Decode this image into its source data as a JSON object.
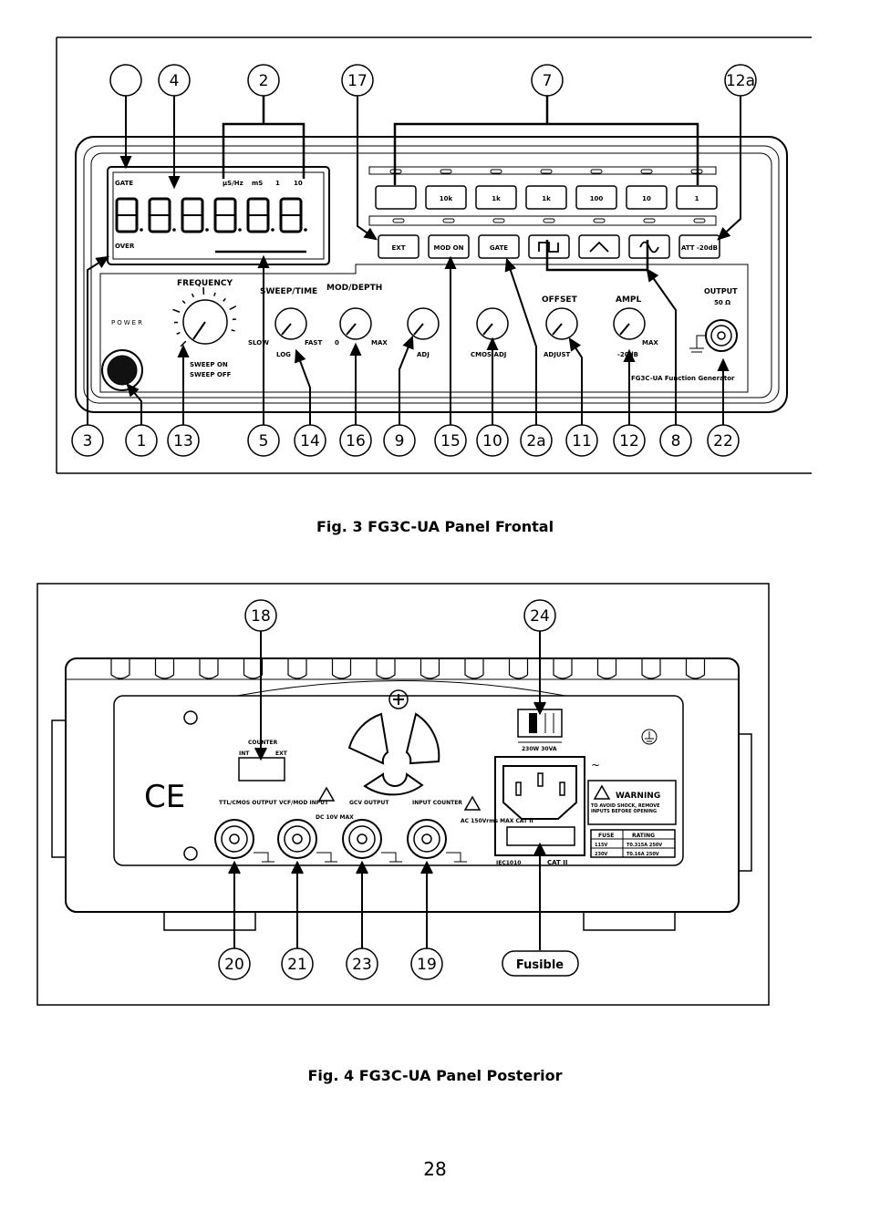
{
  "figures": [
    {
      "caption": "Fig. 3  FG3C-UA Panel Frontal",
      "panel_labels": {
        "gate_top": "GATE",
        "over": "OVER",
        "power": "POWER",
        "frequency": "FREQUENCY",
        "sweep_time": "SWEEP/TIME",
        "mod_depth": "MOD/DEPTH",
        "offset": "OFFSET",
        "ampl": "AMPL",
        "output": "OUTPUT",
        "output_ohm": "50 Ω",
        "sweep_on": "SWEEP ON",
        "sweep_off": "SWEEP OFF",
        "slow": "SLOW",
        "fast": "FAST",
        "log": "LOG",
        "min": "0",
        "max": "MAX",
        "adj": "ADJ",
        "cmos": "CMOS ADJ",
        "adjust": "ADJUST",
        "minus20db": "-20dB",
        "ampmax": "MAX",
        "brand": "FG3C-UA Function Generator",
        "range_top": [
          "µS/Hz",
          "mS",
          "1",
          "10"
        ],
        "range_buttons": [
          "",
          "10k",
          "1k",
          "1k",
          "100",
          "10",
          "1"
        ],
        "func_buttons": [
          "EXT",
          "MOD ON",
          "GATE",
          "",
          "",
          "",
          "ATT -20dB"
        ]
      },
      "callouts_top": [
        "",
        "4",
        "2",
        "17",
        "7",
        "12a"
      ],
      "callouts_bottom": [
        "3",
        "1",
        "13",
        "5",
        "14",
        "16",
        "9",
        "15",
        "10",
        "2a",
        "11",
        "12",
        "8",
        "22"
      ]
    },
    {
      "caption": "Fig. 4  FG3C-UA Panel Posterior",
      "panel_labels": {
        "counter": "COUNTER",
        "int": "INT",
        "ext": "EXT",
        "ttl": "TTL/CMOS OUTPUT",
        "vcf": "VCF/MOD INPUT",
        "dc10v": "DC 10V MAX",
        "gcv": "GCV OUTPUT",
        "input_counter": "INPUT COUNTER",
        "ac": "AC 150Vrms MAX CAT II",
        "voltage": "230W  30VA",
        "warning": "WARNING",
        "warning_text": "TO AVOID SHOCK, REMOVE INPUTS BEFORE OPENING",
        "fuse": "FUSE",
        "rating": "RATING",
        "fuse_115": "115V",
        "rating_115": "T0.315A 250V",
        "fuse_230": "230V",
        "rating_230": "T0.16A 250V",
        "iec": "IEC1010",
        "cat": "CAT II",
        "ce": "CE",
        "fusible": "Fusible"
      },
      "callouts_top": [
        "18",
        "24"
      ],
      "callouts_bottom": [
        "20",
        "21",
        "23",
        "19"
      ]
    }
  ],
  "page_number": "28"
}
